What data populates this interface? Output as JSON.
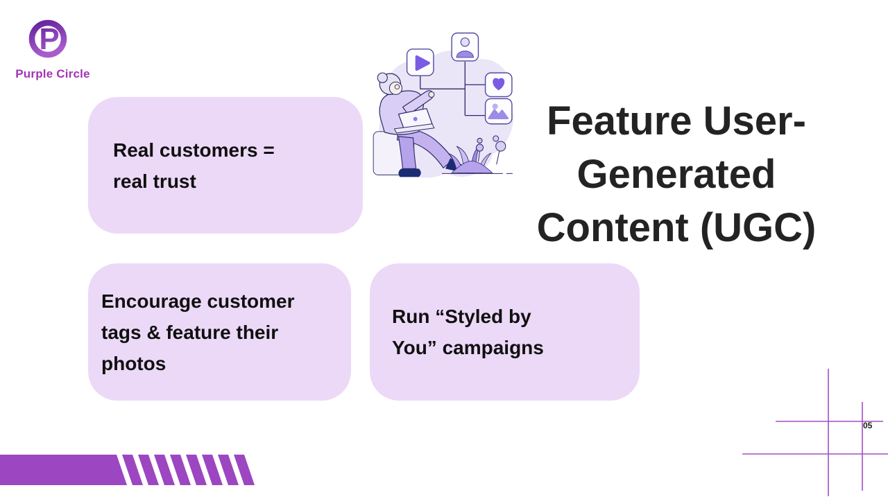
{
  "brand": {
    "name": "Purple Circle"
  },
  "title": {
    "lines": [
      "Feature User-",
      "Generated",
      "Content (UGC)"
    ],
    "full": "Feature User-Generated Content (UGC)"
  },
  "cards": [
    {
      "lines": [
        "Real customers =",
        "real trust"
      ]
    },
    {
      "lines": [
        "Encourage customer",
        "tags & feature their",
        "photos"
      ]
    },
    {
      "lines": [
        "Run “Styled by",
        "You” campaigns"
      ]
    }
  ],
  "page_number": "05",
  "illustration": {
    "description": "Person seated with laptop connected to social media content icons with plant",
    "icons": [
      "play-icon",
      "user-icon",
      "heart-icon",
      "image-icon"
    ]
  },
  "colors": {
    "accent_purple": "#9C46C1",
    "card_background": "#ECD9F7",
    "title_text": "#232323",
    "logo_gradient_dark": "#64229B",
    "logo_gradient_light": "#A85CCB",
    "logo_text": "#A233B4",
    "corner_line_purple": "#A04FC4",
    "illustration_outline": "#2B2B66",
    "illustration_fill_purple": "#7A5BE4"
  }
}
